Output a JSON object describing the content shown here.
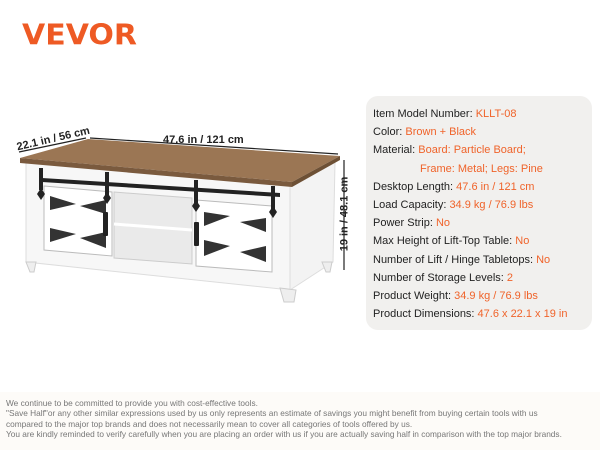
{
  "brand": "VEVOR",
  "dimensions": {
    "depth": "22.1 in / 56 cm",
    "length": "47.6 in / 121 cm",
    "height": "19 in / 48.1 cm"
  },
  "specs": [
    {
      "label": "Item Model Number: ",
      "value": "KLLT-08"
    },
    {
      "label": "Color: ",
      "value": "Brown + Black"
    },
    {
      "label": "Material: ",
      "value": "Board: Particle Board;"
    },
    {
      "label": "",
      "value": "Frame: Metal; Legs: Pine"
    },
    {
      "label": "Desktop Length: ",
      "value": "47.6 in / 121 cm"
    },
    {
      "label": "Load Capacity: ",
      "value": "34.9 kg / 76.9 lbs"
    },
    {
      "label": "Power Strip: ",
      "value": "No"
    },
    {
      "label": "Max Height of Lift-Top Table: ",
      "value": "No"
    },
    {
      "label": "Number of Lift / Hinge Tabletops: ",
      "value": "No"
    },
    {
      "label": "Number of Storage Levels: ",
      "value": "2"
    },
    {
      "label": "Product Weight: ",
      "value": "34.9 kg / 76.9 lbs"
    },
    {
      "label": "Product Dimensions: ",
      "value": "47.6 x 22.1 x 19 in"
    }
  ],
  "footer": [
    "We continue to be committed to provide you with cost-effective tools.",
    "\"Save Half\"or any other similar expressions used by us only represents an estimate of savings you might benefit from buying certain tools with us",
    "compared to the major top brands and does not necessarily mean to cover all categories of tools offered by us.",
    "You are kindly reminded to verify carefully when you are placing an order with us if you are actually saving half in comparison with the top major brands."
  ]
}
